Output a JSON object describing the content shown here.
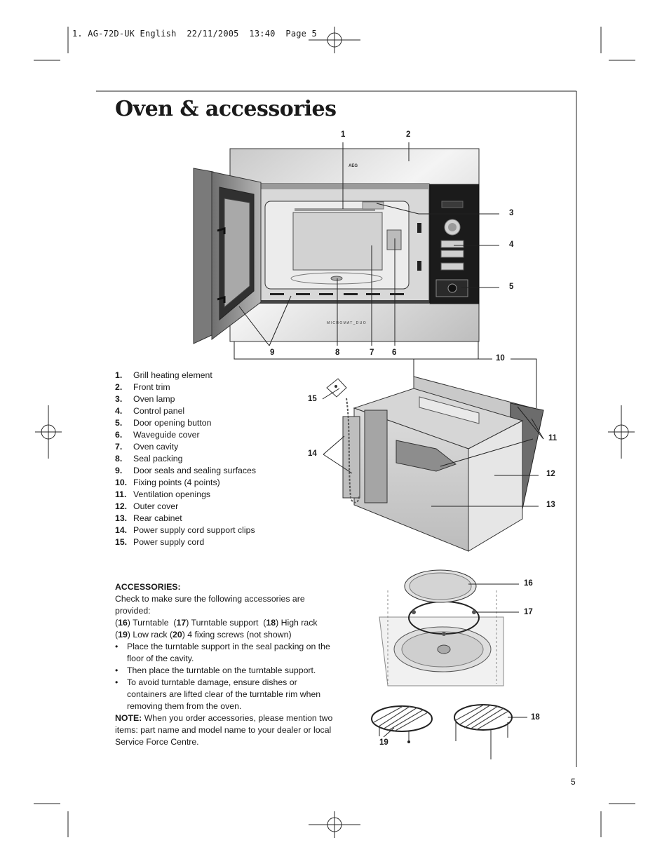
{
  "header": {
    "slug": "1. AG-72D-UK English  22/11/2005  13:40  Page 5"
  },
  "page": {
    "title": "Oven & accessories",
    "number": "5"
  },
  "diagram": {
    "brand_mark": "AEG",
    "model_strip": "M I C R O M A T _ D U O",
    "callouts": [
      "1",
      "2",
      "3",
      "4",
      "5",
      "6",
      "7",
      "8",
      "9",
      "10",
      "11",
      "12",
      "13",
      "14",
      "15",
      "16",
      "17",
      "18",
      "19"
    ]
  },
  "parts_list": [
    {
      "num": "1.",
      "label": "Grill heating element"
    },
    {
      "num": "2.",
      "label": "Front trim"
    },
    {
      "num": "3.",
      "label": "Oven lamp"
    },
    {
      "num": "4.",
      "label": "Control panel"
    },
    {
      "num": "5.",
      "label": "Door opening button"
    },
    {
      "num": "6.",
      "label": "Waveguide cover"
    },
    {
      "num": "7.",
      "label": "Oven cavity"
    },
    {
      "num": "8.",
      "label": "Seal packing"
    },
    {
      "num": "9.",
      "label": "Door seals and sealing surfaces"
    },
    {
      "num": "10.",
      "label": "Fixing points (4 points)"
    },
    {
      "num": "11.",
      "label": "Ventilation openings"
    },
    {
      "num": "12.",
      "label": "Outer cover"
    },
    {
      "num": "13.",
      "label": "Rear cabinet"
    },
    {
      "num": "14.",
      "label": "Power supply cord support clips"
    },
    {
      "num": "15.",
      "label": "Power supply cord"
    }
  ],
  "accessories": {
    "heading": "ACCESSORIES:",
    "intro": "Check to make sure the following accessories are provided:",
    "items_line1": [
      {
        "num": "16",
        "label": "Turntable"
      },
      {
        "num": "17",
        "label": "Turntable support"
      },
      {
        "num": "18",
        "label": "High rack"
      }
    ],
    "items_line2": [
      {
        "num": "19",
        "label": "Low rack"
      },
      {
        "num": "20",
        "label": "4 fixing screws (not shown)"
      }
    ],
    "bullets": [
      "Place the turntable support in the seal packing on the floor of the cavity.",
      "Then place the turntable on the turntable support.",
      "To avoid turntable damage, ensure dishes or containers are lifted clear of the turntable rim when removing them from the oven."
    ],
    "note_label": "NOTE:",
    "note_text": "When you order accessories, please mention two items: part name and model name to your dealer or local Service Force Centre."
  }
}
